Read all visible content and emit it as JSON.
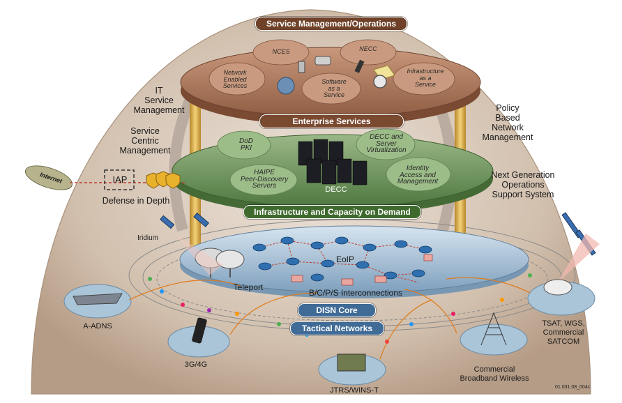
{
  "layers": {
    "service_management": "Service Management/Operations",
    "enterprise_services": "Enterprise Services",
    "infrastructure": "Infrastructure and Capacity on Demand",
    "disn_core": "DISN Core",
    "tactical": "Tactical Networks"
  },
  "enterprise_nodes": {
    "nces": "NCES",
    "necc": "NECC",
    "network_enabled": "Network\nEnabled\nServices",
    "software": "Software\nas a\nService",
    "infrastructure_service": "Infrastructure\nas a\nService"
  },
  "infrastructure_nodes": {
    "dod_pki": "DoD\nPKI",
    "decc_virtualization": "DECC and\nServer\nVirtualization",
    "hape": "HAIPE\nPeer-Discovery\nServers",
    "identity": "Identity\nAccess and\nManagement",
    "decc": "DECC"
  },
  "left_labels": {
    "it_service": "IT\nService\nManagement",
    "service_centric": "Service\nCentric\nManagement",
    "defense": "Defense in Depth",
    "iap": "IAP",
    "internet": "Internet",
    "iridium": "Iridium",
    "a_adns": "A-ADNS"
  },
  "right_labels": {
    "policy": "Policy\nBased\nNetwork\nManagement",
    "next_gen": "Next Generation\nOperations\nSupport System",
    "tsat": "TSAT, WGS,\nCommercial\nSATCOM"
  },
  "core_labels": {
    "teleport": "Teleport",
    "eoip": "EoIP",
    "interconnections": "B/C/P/S Interconnections"
  },
  "bottom_labels": {
    "g34": "3G/4G",
    "jtrs": "JTRS/WINS-T",
    "commercial": "Commercial\nBroadband Wireless"
  },
  "figure_id": "01.031.08_004c",
  "colors": {
    "dome": "#cdb9a5",
    "enterprise_disk": "#b8866a",
    "infra_disk": "#7fa06a",
    "core_disk": "#aac3d8",
    "banner_brown": "#7a4a30",
    "banner_green": "#3f6a2e",
    "banner_blue": "#3f6b96",
    "pillar": "#e0b24a"
  }
}
